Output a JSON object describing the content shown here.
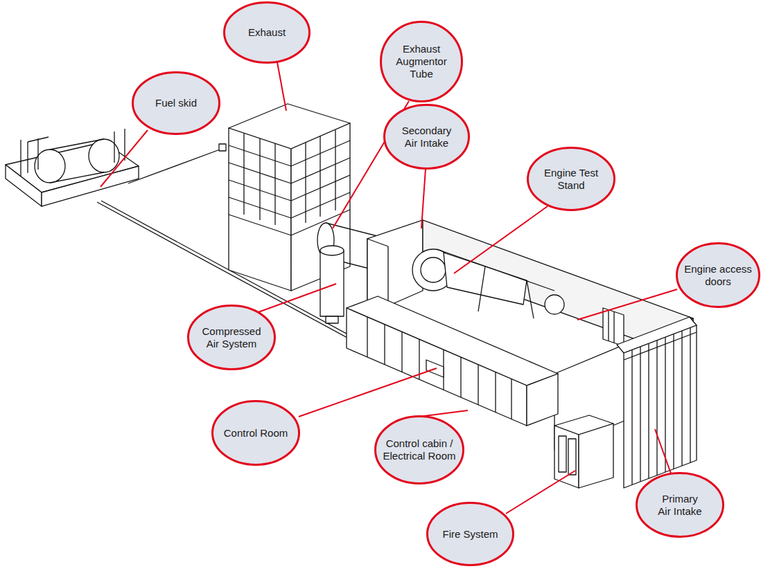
{
  "diagram": {
    "nodes": [
      {
        "text": [
          "Exhaust"
        ]
      },
      {
        "text": [
          "Exhaust Augmentor Tube"
        ]
      },
      {
        "text": [
          "Fuel skid"
        ]
      },
      {
        "text": [
          "Secondary Air Intake"
        ]
      },
      {
        "text": [
          "Engine Test Stand"
        ]
      },
      {
        "text": [
          "Engine access doors"
        ]
      },
      {
        "text": [
          "Compressed Air System"
        ]
      },
      {
        "text": [
          "Control Room"
        ]
      },
      {
        "text": [
          "Control cabin / Electrical Room"
        ]
      },
      {
        "text": [
          "Primary Air Intake"
        ]
      },
      {
        "text": [
          "Fire System"
        ]
      }
    ]
  }
}
